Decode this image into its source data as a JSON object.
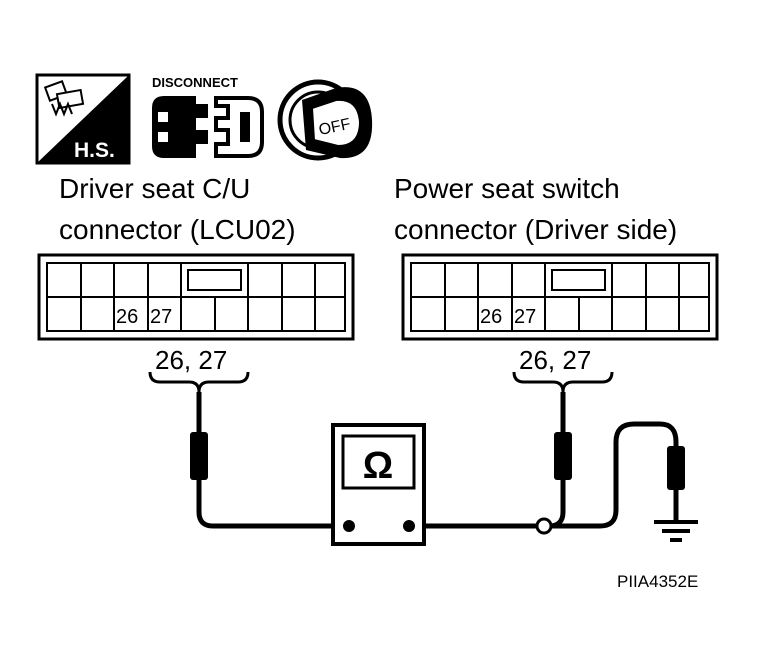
{
  "icons": {
    "hs_label": "H.S.",
    "disconnect_label": "DISCONNECT",
    "off_label": "OFF"
  },
  "left_connector": {
    "title_line1": "Driver seat C/U",
    "title_line2": "connector (LCU02)",
    "pin_a": "26",
    "pin_b": "27",
    "terminals": "26, 27"
  },
  "right_connector": {
    "title_line1": "Power seat switch",
    "title_line2": "connector (Driver side)",
    "pin_a": "26",
    "pin_b": "27",
    "terminals": "26, 27"
  },
  "meter": {
    "symbol": "Ω"
  },
  "figure_id": "PIIA4352E",
  "colors": {
    "ink": "#000000",
    "paper": "#ffffff"
  }
}
